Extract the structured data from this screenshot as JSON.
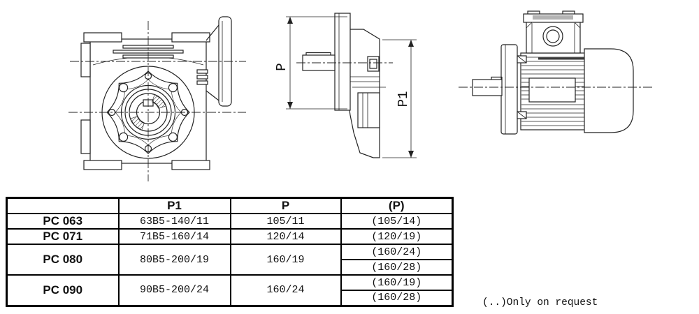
{
  "drawings": {
    "side_view": {
      "dim_p": "P",
      "dim_p1": "P1"
    }
  },
  "table": {
    "headers": [
      "",
      "P1",
      "P",
      "(P)"
    ],
    "rows": [
      {
        "model": "PC 063",
        "p1": "63B5-140/11",
        "p": "105/11",
        "p_opt": [
          "(105/14)"
        ]
      },
      {
        "model": "PC 071",
        "p1": "71B5-160/14",
        "p": "120/14",
        "p_opt": [
          "(120/19)"
        ]
      },
      {
        "model": "PC 080",
        "p1": "80B5-200/19",
        "p": "160/19",
        "p_opt": [
          "(160/24)",
          "(160/28)"
        ]
      },
      {
        "model": "PC 090",
        "p1": "90B5-200/24",
        "p": "160/24",
        "p_opt": [
          "(160/19)",
          "(160/28)"
        ]
      }
    ]
  },
  "note": {
    "text": "(..)Only on request"
  }
}
